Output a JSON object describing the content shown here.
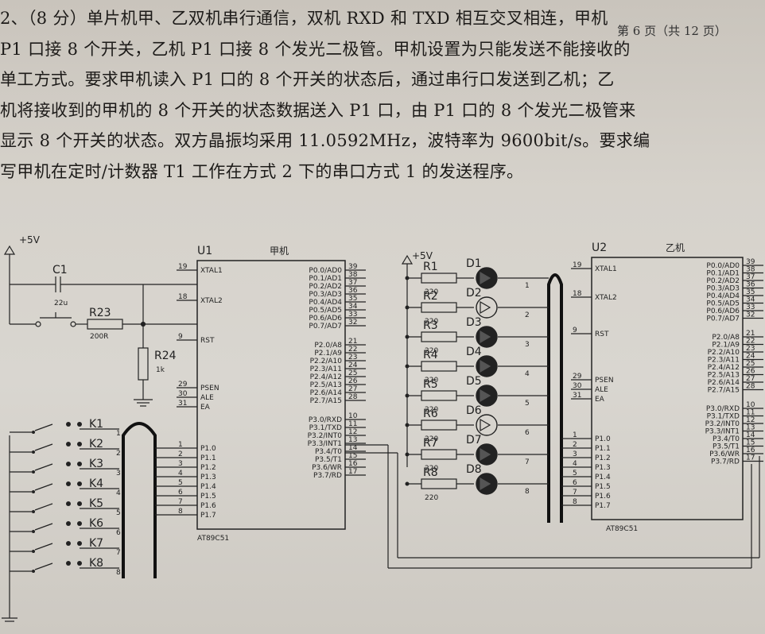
{
  "header": {
    "page_info": "第 6 页（共 12 页）"
  },
  "question": {
    "lines": [
      "2、（8 分）单片机甲、乙双机串行通信，双机 RXD 和 TXD 相互交叉相连，甲机",
      "P1 口接 8 个开关，乙机 P1 口接 8 个发光二极管。甲机设置为只能发送不能接收的",
      "单工方式。要求甲机读入 P1 口的 8 个开关的状态后，通过串行口发送到乙机；乙",
      "机将接收到的甲机的 8 个开关的状态数据送入 P1 口，由 P1 口的 8 个发光二极管来",
      "显示 8 个开关的状态。双方晶振均采用 11.0592MHz，波特率为 9600bit/s。要求编",
      "写甲机在定时/计数器 T1 工作在方式 2 下的串口方式 1 的发送程序。"
    ]
  },
  "circuit": {
    "power_label": "+5V",
    "c1": {
      "name": "C1",
      "value": "22u"
    },
    "r23": {
      "name": "R23",
      "value": "200R"
    },
    "r24": {
      "name": "R24",
      "value": "1k"
    },
    "u1": {
      "ref": "U1",
      "title": "甲机",
      "part": "AT89C51",
      "left_pins": [
        {
          "num": "19",
          "name": "XTAL1"
        },
        {
          "num": "18",
          "name": "XTAL2"
        },
        {
          "num": "9",
          "name": "RST"
        },
        {
          "num": "29",
          "name": "PSEN"
        },
        {
          "num": "30",
          "name": "ALE"
        },
        {
          "num": "31",
          "name": "EA"
        },
        {
          "num": "1",
          "name": "P1.0"
        },
        {
          "num": "2",
          "name": "P1.1"
        },
        {
          "num": "3",
          "name": "P1.2"
        },
        {
          "num": "4",
          "name": "P1.3"
        },
        {
          "num": "5",
          "name": "P1.4"
        },
        {
          "num": "6",
          "name": "P1.5"
        },
        {
          "num": "7",
          "name": "P1.6"
        },
        {
          "num": "8",
          "name": "P1.7"
        }
      ],
      "right_pins": [
        {
          "num": "39",
          "name": "P0.0/AD0"
        },
        {
          "num": "38",
          "name": "P0.1/AD1"
        },
        {
          "num": "37",
          "name": "P0.2/AD2"
        },
        {
          "num": "36",
          "name": "P0.3/AD3"
        },
        {
          "num": "35",
          "name": "P0.4/AD4"
        },
        {
          "num": "34",
          "name": "P0.5/AD5"
        },
        {
          "num": "33",
          "name": "P0.6/AD6"
        },
        {
          "num": "32",
          "name": "P0.7/AD7"
        },
        {
          "num": "21",
          "name": "P2.0/A8"
        },
        {
          "num": "22",
          "name": "P2.1/A9"
        },
        {
          "num": "23",
          "name": "P2.2/A10"
        },
        {
          "num": "24",
          "name": "P2.3/A11"
        },
        {
          "num": "25",
          "name": "P2.4/A12"
        },
        {
          "num": "26",
          "name": "P2.5/A13"
        },
        {
          "num": "27",
          "name": "P2.6/A14"
        },
        {
          "num": "28",
          "name": "P2.7/A15"
        },
        {
          "num": "10",
          "name": "P3.0/RXD"
        },
        {
          "num": "11",
          "name": "P3.1/TXD"
        },
        {
          "num": "12",
          "name": "P3.2/INT0"
        },
        {
          "num": "13",
          "name": "P3.3/INT1"
        },
        {
          "num": "14",
          "name": "P3.4/T0"
        },
        {
          "num": "15",
          "name": "P3.5/T1"
        },
        {
          "num": "16",
          "name": "P3.6/WR"
        },
        {
          "num": "17",
          "name": "P3.7/RD"
        }
      ]
    },
    "u2": {
      "ref": "U2",
      "title": "乙机",
      "part": "AT89C51",
      "left_pins": [
        {
          "num": "19",
          "name": "XTAL1"
        },
        {
          "num": "18",
          "name": "XTAL2"
        },
        {
          "num": "9",
          "name": "RST"
        },
        {
          "num": "29",
          "name": "PSEN"
        },
        {
          "num": "30",
          "name": "ALE"
        },
        {
          "num": "31",
          "name": "EA"
        },
        {
          "num": "1",
          "name": "P1.0"
        },
        {
          "num": "2",
          "name": "P1.1"
        },
        {
          "num": "3",
          "name": "P1.2"
        },
        {
          "num": "4",
          "name": "P1.3"
        },
        {
          "num": "5",
          "name": "P1.4"
        },
        {
          "num": "6",
          "name": "P1.5"
        },
        {
          "num": "7",
          "name": "P1.6"
        },
        {
          "num": "8",
          "name": "P1.7"
        }
      ],
      "right_pins": [
        {
          "num": "39",
          "name": "P0.0/AD0"
        },
        {
          "num": "38",
          "name": "P0.1/AD1"
        },
        {
          "num": "37",
          "name": "P0.2/AD2"
        },
        {
          "num": "36",
          "name": "P0.3/AD3"
        },
        {
          "num": "35",
          "name": "P0.4/AD4"
        },
        {
          "num": "34",
          "name": "P0.5/AD5"
        },
        {
          "num": "33",
          "name": "P0.6/AD6"
        },
        {
          "num": "32",
          "name": "P0.7/AD7"
        },
        {
          "num": "21",
          "name": "P2.0/A8"
        },
        {
          "num": "22",
          "name": "P2.1/A9"
        },
        {
          "num": "23",
          "name": "P2.2/A10"
        },
        {
          "num": "24",
          "name": "P2.3/A11"
        },
        {
          "num": "25",
          "name": "P2.4/A12"
        },
        {
          "num": "26",
          "name": "P2.5/A13"
        },
        {
          "num": "27",
          "name": "P2.6/A14"
        },
        {
          "num": "28",
          "name": "P2.7/A15"
        },
        {
          "num": "10",
          "name": "P3.0/RXD"
        },
        {
          "num": "11",
          "name": "P3.1/TXD"
        },
        {
          "num": "12",
          "name": "P3.2/INT0"
        },
        {
          "num": "13",
          "name": "P3.3/INT1"
        },
        {
          "num": "14",
          "name": "P3.4/T0"
        },
        {
          "num": "15",
          "name": "P3.5/T1"
        },
        {
          "num": "16",
          "name": "P3.6/WR"
        },
        {
          "num": "17",
          "name": "P3.7/RD"
        }
      ]
    },
    "switches": [
      "K1",
      "K2",
      "K3",
      "K4",
      "K5",
      "K6",
      "K7",
      "K8"
    ],
    "resistors": [
      "R1",
      "R2",
      "R3",
      "R4",
      "R5",
      "R6",
      "R7",
      "R8"
    ],
    "resistor_value": "220",
    "leds": [
      "D1",
      "D2",
      "D3",
      "D4",
      "D5",
      "D6",
      "D7",
      "D8"
    ],
    "led_states": [
      true,
      false,
      true,
      true,
      true,
      false,
      true,
      true
    ],
    "bus_numbers": [
      "1",
      "2",
      "3",
      "4",
      "5",
      "6",
      "7",
      "8"
    ]
  }
}
